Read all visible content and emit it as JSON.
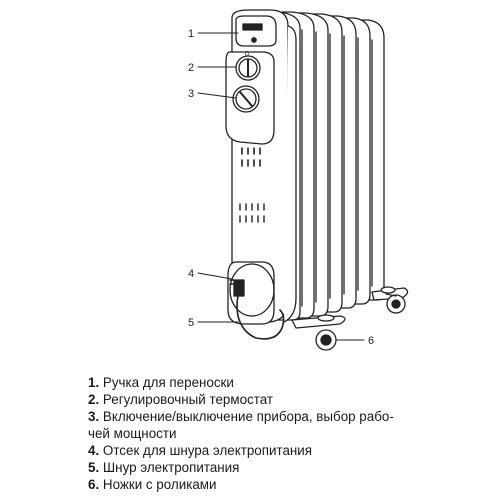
{
  "diagram": {
    "callouts": [
      "1",
      "2",
      "3",
      "4",
      "5",
      "6"
    ]
  },
  "legend": {
    "items": [
      {
        "num": "1.",
        "text": "Ручка для переноски"
      },
      {
        "num": "2.",
        "text": "Регулировочный термостат"
      },
      {
        "num": "3.",
        "text": "Включение/выключение прибора, выбор рабо-",
        "cont": "чей мощности"
      },
      {
        "num": "4.",
        "text": "Отсек для шнура электропитания"
      },
      {
        "num": "5.",
        "text": "Шнур электропитания"
      },
      {
        "num": "6.",
        "text": "Ножки с роликами"
      }
    ]
  }
}
